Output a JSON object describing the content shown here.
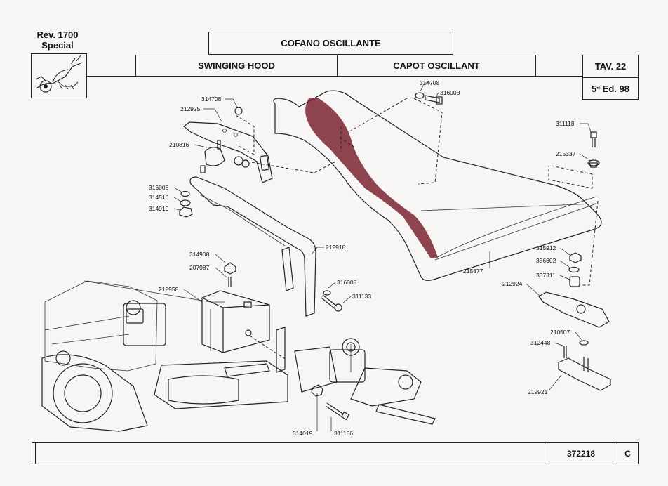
{
  "header": {
    "rev_line1": "Rev. 1700",
    "rev_line2": "Special",
    "title_it": "COFANO OSCILLANTE",
    "title_en": "SWINGING HOOD",
    "title_fr": "CAPOT OSCILLANT",
    "table_no": "TAV. 22",
    "edition": "5ª Ed. 98"
  },
  "footer": {
    "code": "372218",
    "revision": "C"
  },
  "parts": [
    {
      "id": "314708",
      "key": "p314708a"
    },
    {
      "id": "212925",
      "key": "p212925"
    },
    {
      "id": "210816",
      "key": "p210816"
    },
    {
      "id": "316008",
      "key": "p316008a"
    },
    {
      "id": "314516",
      "key": "p314516"
    },
    {
      "id": "314910",
      "key": "p314910"
    },
    {
      "id": "314708",
      "key": "p314708b"
    },
    {
      "id": "316008",
      "key": "p316008b"
    },
    {
      "id": "311118",
      "key": "p311118"
    },
    {
      "id": "215337",
      "key": "p215337"
    },
    {
      "id": "212918",
      "key": "p212918"
    },
    {
      "id": "314908",
      "key": "p314908"
    },
    {
      "id": "207987",
      "key": "p207987"
    },
    {
      "id": "212958",
      "key": "p212958"
    },
    {
      "id": "316008",
      "key": "p316008c"
    },
    {
      "id": "311133",
      "key": "p311133"
    },
    {
      "id": "215877",
      "key": "p215877"
    },
    {
      "id": "315912",
      "key": "p315912"
    },
    {
      "id": "336602",
      "key": "p336602"
    },
    {
      "id": "337311",
      "key": "p337311"
    },
    {
      "id": "212924",
      "key": "p212924"
    },
    {
      "id": "210507",
      "key": "p210507"
    },
    {
      "id": "312448",
      "key": "p312448"
    },
    {
      "id": "212921",
      "key": "p212921"
    },
    {
      "id": "314019",
      "key": "p314019"
    },
    {
      "id": "311156",
      "key": "p311156"
    }
  ]
}
